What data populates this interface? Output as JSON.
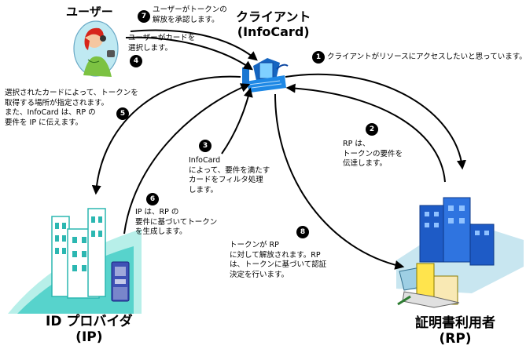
{
  "nodes": {
    "user": {
      "label": "ユーザー"
    },
    "client": {
      "label_line1": "クライアント",
      "label_line2": "(InfoCard)"
    },
    "ip": {
      "label_line1": "ID プロバイダ",
      "label_line2": "(IP)"
    },
    "rp": {
      "label_line1": "証明書利用者",
      "label_line2": "(RP)"
    }
  },
  "steps": [
    {
      "number": "1",
      "text": "クライアントがリソースにアクセスしたいと思っています。"
    },
    {
      "number": "2",
      "text": "RP は、\nトークンの要件を\n伝達します。"
    },
    {
      "number": "3",
      "text": "InfoCard\nによって、要件を満たす\nカードをフィルタ処理\nします。"
    },
    {
      "number": "4",
      "text": "ユーザーがカードを\n選択します。"
    },
    {
      "number": "5",
      "text": "選択されたカードによって、トークンを\n取得する場所が指定されます。\nまた、InfoCard は、RP の\n要件を IP に伝えます。"
    },
    {
      "number": "6",
      "text": "IP は、RP の\n要件に基づいてトークン\nを生成します。"
    },
    {
      "number": "7",
      "text": "ユーザーがトークンの\n解放を承認します。"
    },
    {
      "number": "8",
      "text": "トークンが RP\nに対して解放されます。RP\nは、トークンに基づいて認証\n決定を行います。"
    }
  ]
}
